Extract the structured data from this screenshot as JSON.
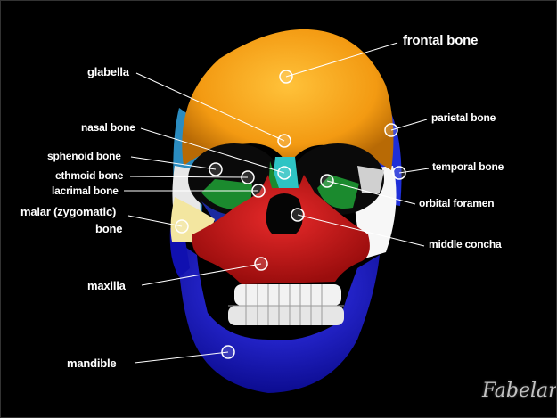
{
  "labels": {
    "frontal_bone": "frontal bone",
    "glabella": "glabella",
    "parietal_bone": "parietal bone",
    "nasal_bone": "nasal bone",
    "sphenoid_bone": "sphenoid bone",
    "temporal_bone": "temporal bone",
    "ethmoid_bone": "ethmoid bone",
    "orbital_foramen": "orbital foramen",
    "lacrimal_bone": "lacrimal bone",
    "malar_line1": "malar (zygomatic)",
    "malar_line2": "bone",
    "middle_concha": "middle concha",
    "maxilla": "maxilla",
    "mandible": "mandible"
  },
  "watermark": "Fabelar",
  "colors": {
    "background": "#000000",
    "frontal": "#f5a623",
    "mandible": "#1f1fd0",
    "maxilla": "#d21919",
    "temporal": "#ffffff",
    "zygomatic": "#f3e6a0",
    "ethmoid": "#2e9c3c",
    "nasal": "#2ec4c4"
  }
}
